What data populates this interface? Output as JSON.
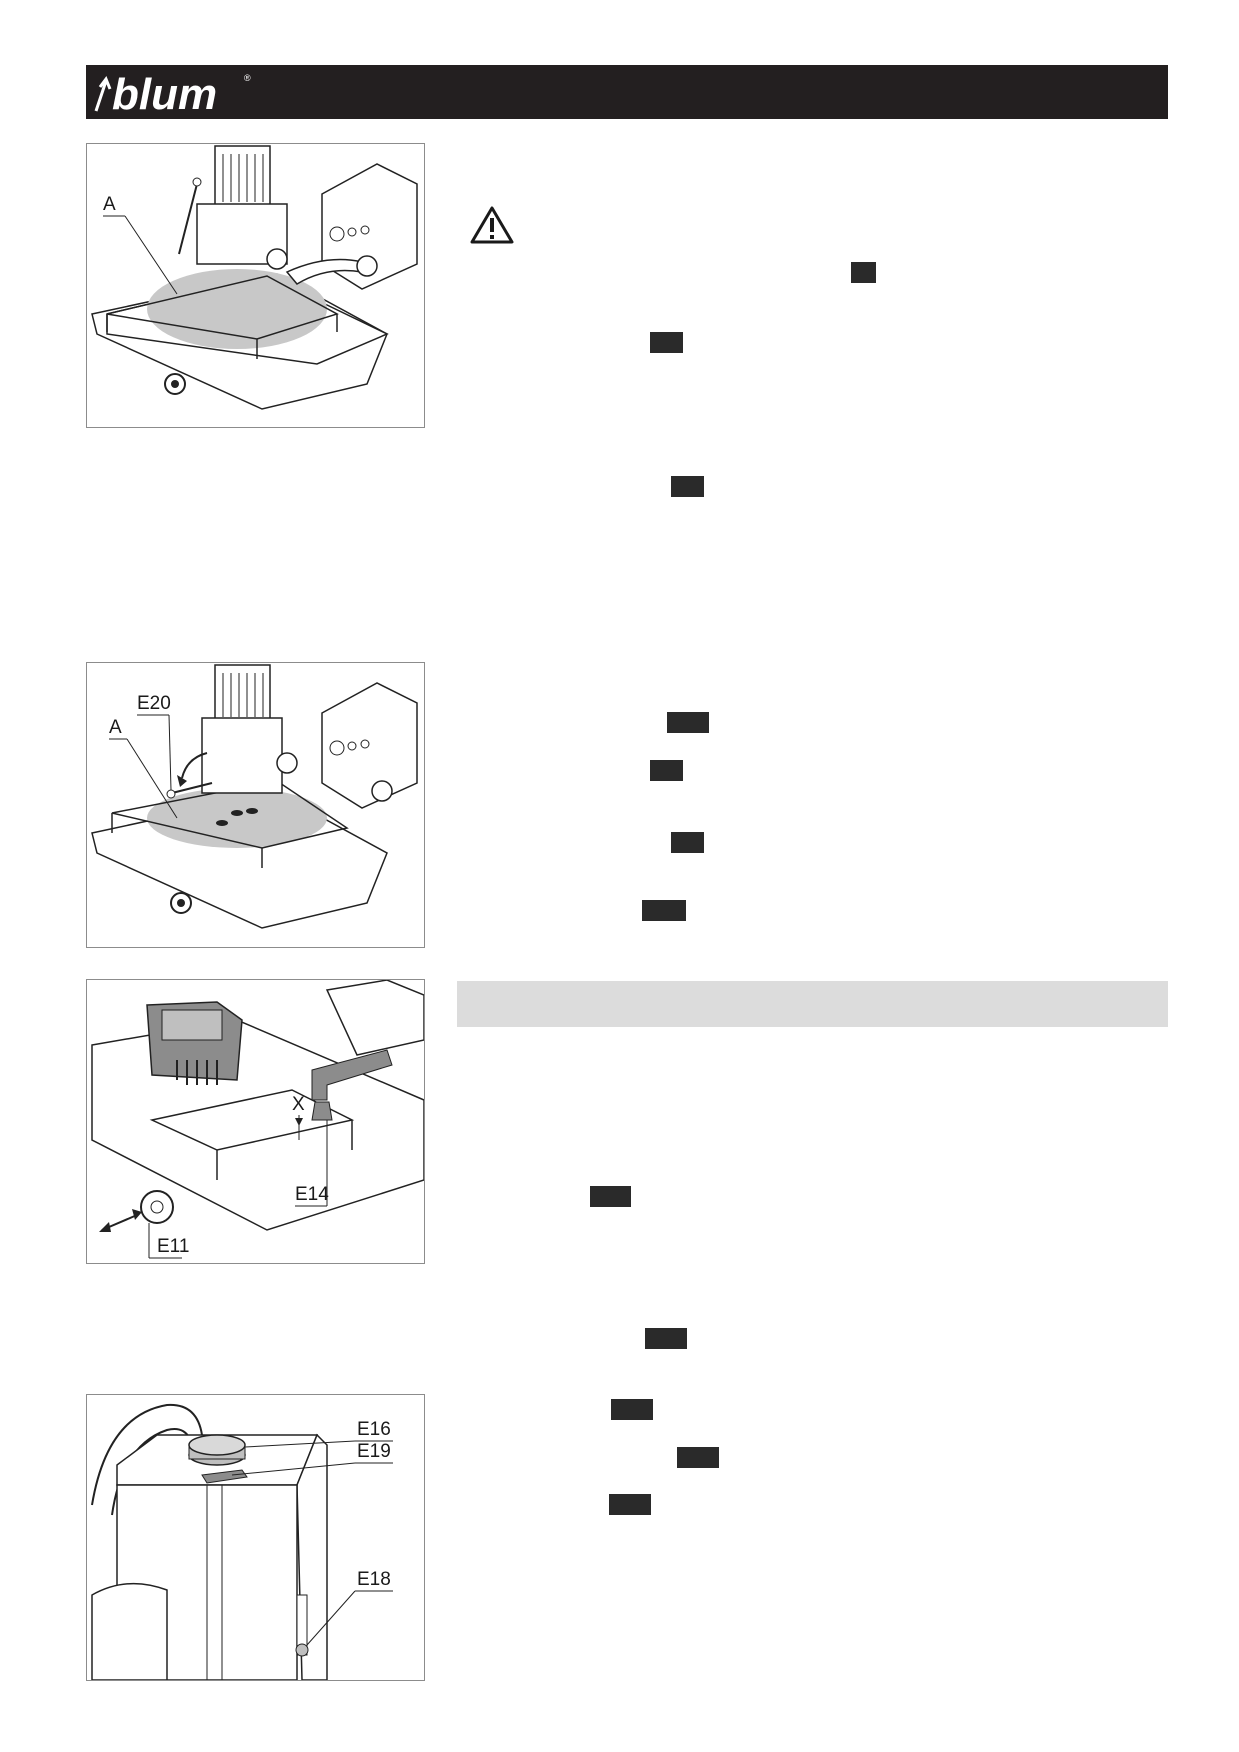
{
  "header": {
    "logo_text": "blum",
    "registered_mark": "®"
  },
  "figures": [
    {
      "labels": [
        "A"
      ]
    },
    {
      "labels": [
        "E20",
        "A"
      ]
    },
    {
      "labels": [
        "X",
        "E14",
        "E11"
      ]
    },
    {
      "labels": [
        "E16",
        "E19",
        "E18"
      ]
    }
  ],
  "icons": {
    "warning": "warning-triangle-icon"
  },
  "colors": {
    "header_bg": "#231f20",
    "highlight_area": "#c8c8c8",
    "section_bar": "#dcdcdc",
    "tag": "#2a2a2a"
  }
}
